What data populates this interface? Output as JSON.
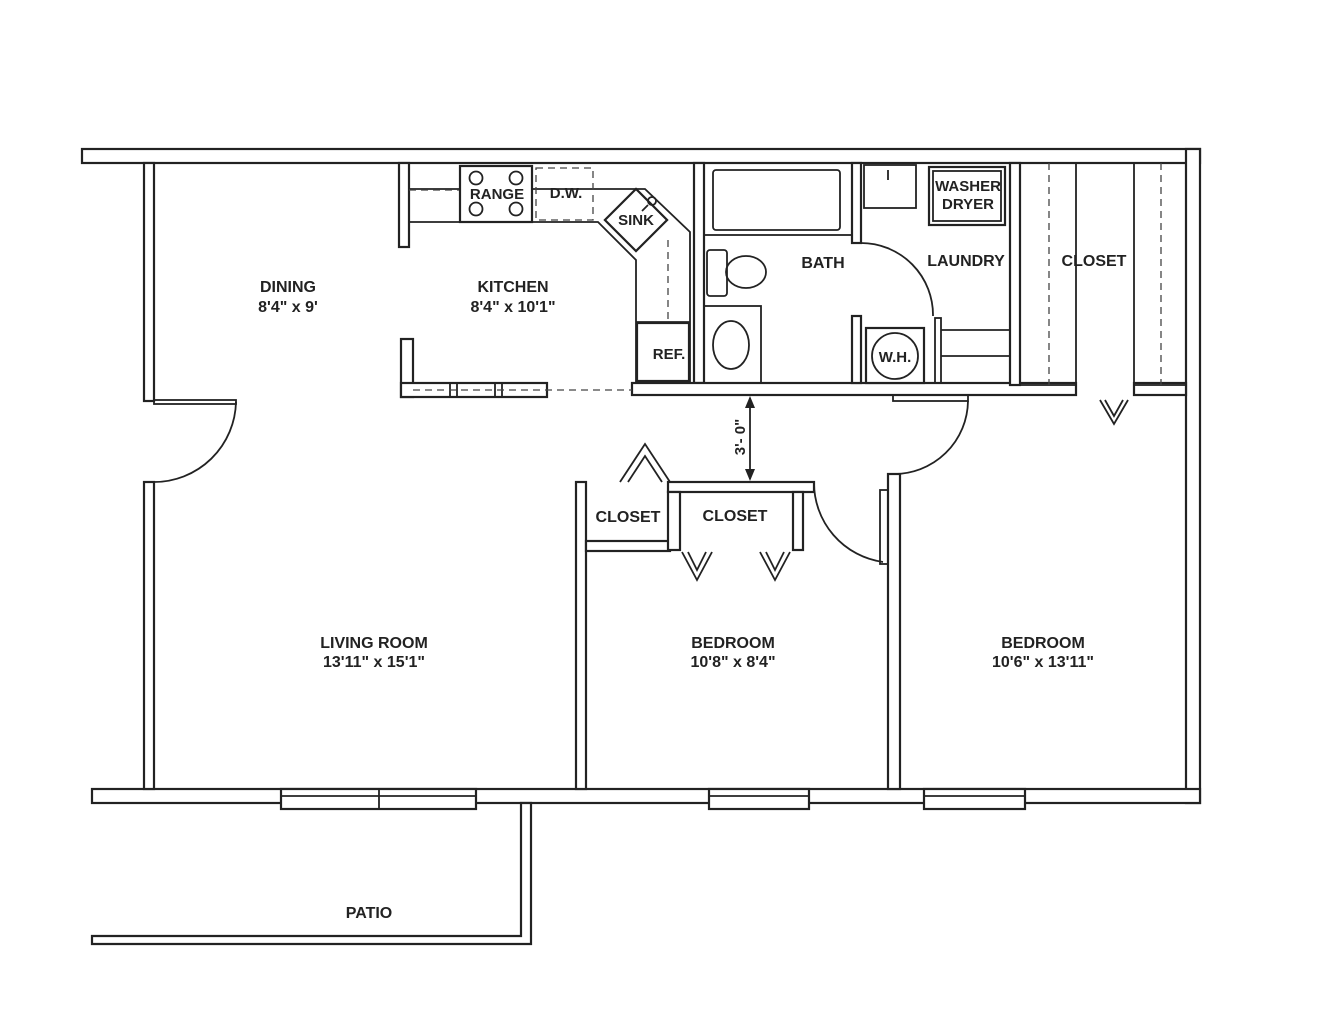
{
  "rooms": {
    "dining": {
      "name": "DINING",
      "size": "8'4\" x 9'"
    },
    "kitchen": {
      "name": "KITCHEN",
      "size": "8'4\" x 10'1\""
    },
    "living": {
      "name": "LIVING ROOM",
      "size": "13'11\" x 15'1\""
    },
    "bedroom1": {
      "name": "BEDROOM",
      "size": "10'8\" x 8'4\""
    },
    "bedroom2": {
      "name": "BEDROOM",
      "size": "10'6\" x 13'11\""
    },
    "bath": {
      "name": "BATH"
    },
    "laundry": {
      "name": "LAUNDRY"
    },
    "closet_right": {
      "name": "CLOSET"
    },
    "closet_small": {
      "name": "CLOSET"
    },
    "closet_mid": {
      "name": "CLOSET"
    },
    "patio": {
      "name": "PATIO"
    }
  },
  "fixtures": {
    "range": "RANGE",
    "dishwasher": "D.W.",
    "sink": "SINK",
    "refrigerator": "REF.",
    "washer": "WASHER",
    "dryer": "DRYER",
    "water_heater": "W.H."
  },
  "dimension": "3'- 0\""
}
